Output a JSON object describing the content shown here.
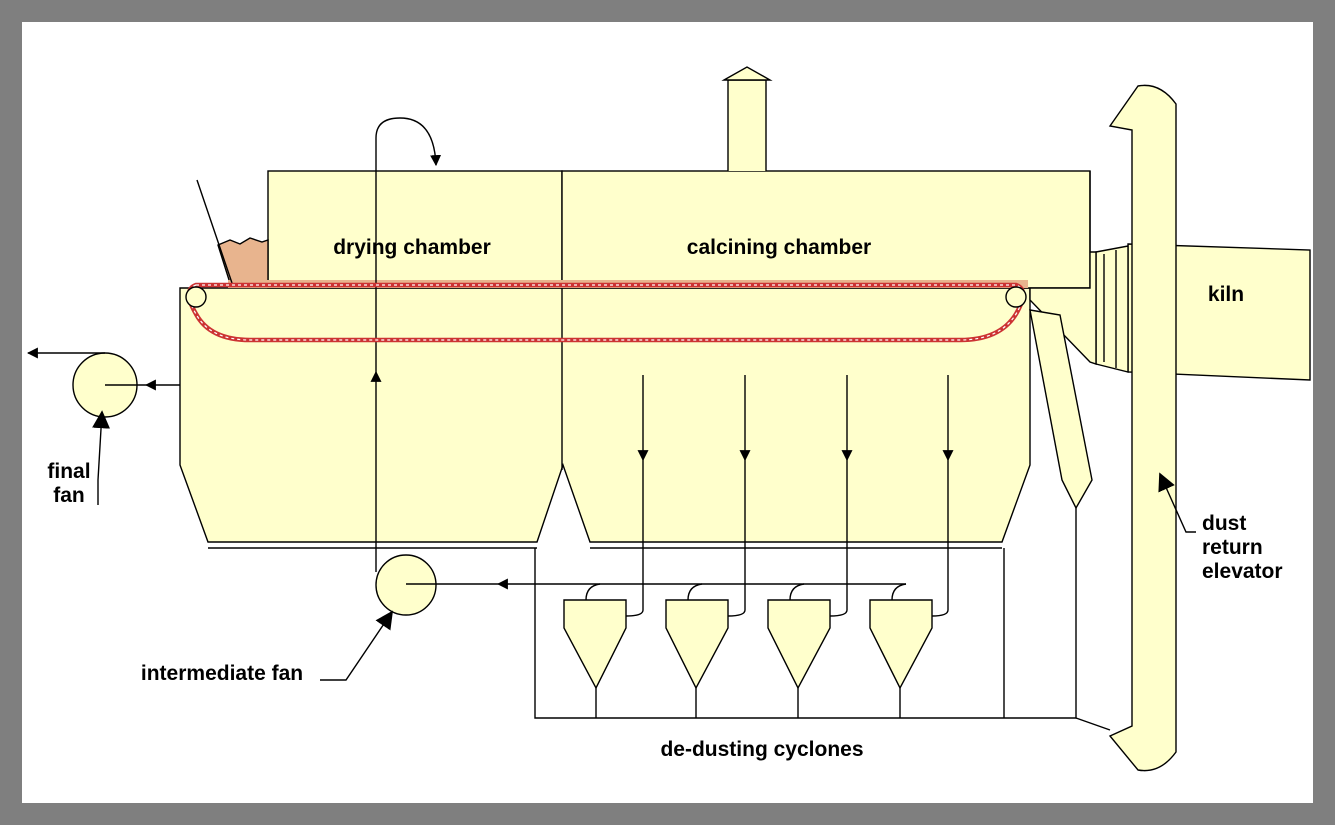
{
  "labels": {
    "drying_chamber": "drying chamber",
    "calcining_chamber": "calcining chamber",
    "kiln": "kiln",
    "final_fan_line1": "final",
    "final_fan_line2": "fan",
    "intermediate_fan": "intermediate fan",
    "dust_return_line1": "dust",
    "dust_return_line2": "return",
    "dust_return_line3": "elevator",
    "cyclones": "de-dusting cyclones"
  },
  "colors": {
    "frame": "#7f7f7f",
    "background": "#ffffff",
    "equipment_fill": "#ffffcc",
    "material": "#e8b48e",
    "grate_chain": "#cc3333",
    "line": "#000000"
  },
  "icons": {
    "arrow": "arrowhead",
    "fan": "circle"
  }
}
